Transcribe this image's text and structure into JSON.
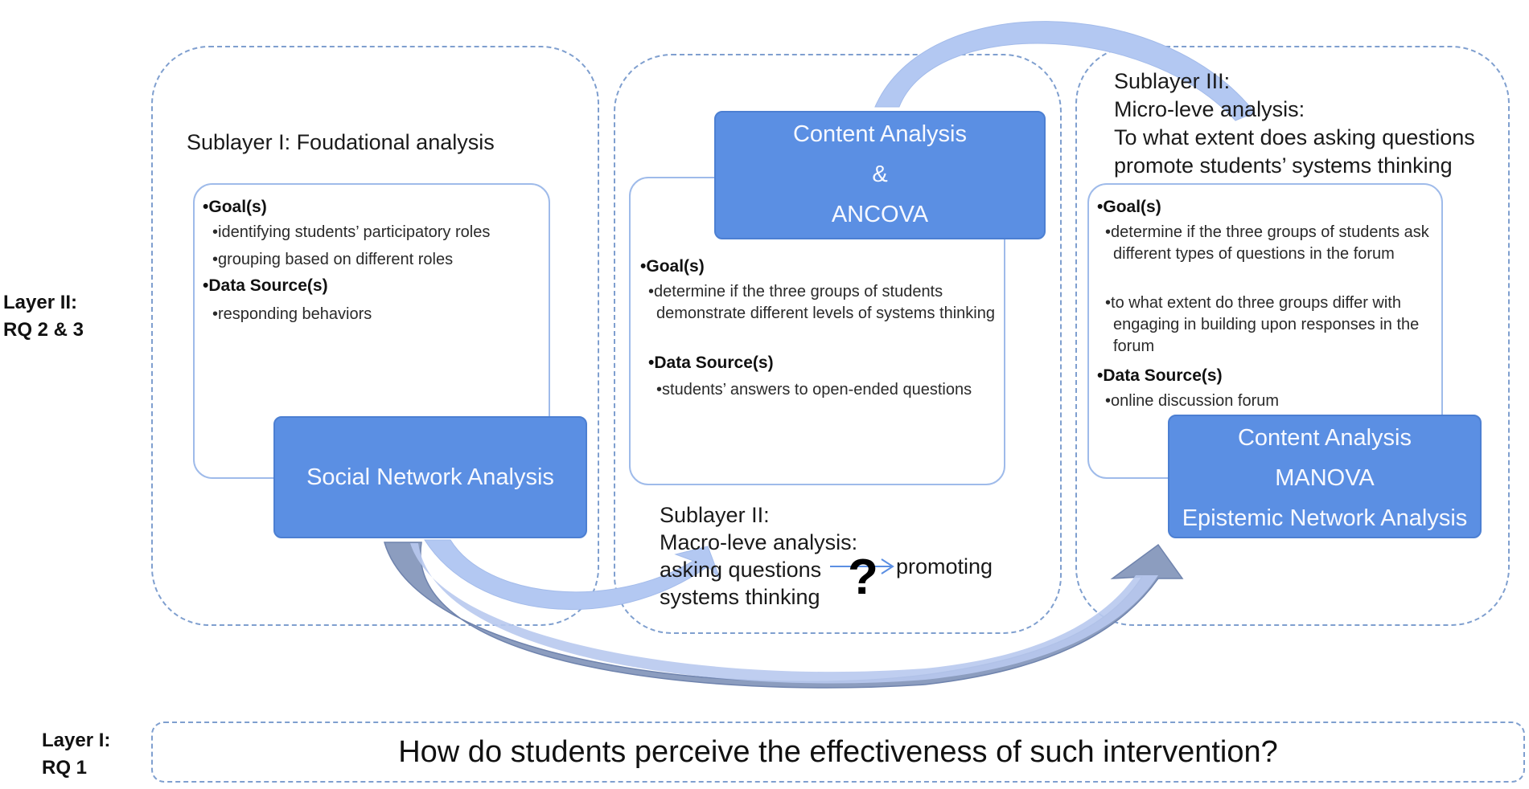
{
  "layers": {
    "layer2": {
      "label_line1": "Layer II:",
      "label_line2": "RQ 2 & 3"
    },
    "layer1": {
      "label_line1": "Layer I:",
      "label_line2": "RQ 1",
      "question": "How do students perceive the effectiveness of such intervention?"
    }
  },
  "sublayer1": {
    "title": "Sublayer I: Foudational analysis",
    "goal_head": "Goal(s)",
    "goals": [
      "identifying students’ participatory roles",
      "grouping based on different roles"
    ],
    "source_head": "Data Source(s)",
    "sources": [
      "responding behaviors"
    ],
    "method": "Social Network Analysis"
  },
  "sublayer2": {
    "method_line1": "Content Analysis",
    "method_line2": "&",
    "method_line3": "ANCOVA",
    "goal_head": "Goal(s)",
    "goals": [
      "determine if the three groups of students demonstrate different levels of systems thinking"
    ],
    "source_head": "Data Source(s)",
    "sources": [
      "students’ answers to open-ended questions"
    ],
    "title_line1": "Sublayer II:",
    "title_line2": "Macro-leve analysis:",
    "title_line3": "asking questions",
    "title_line4": "systems thinking",
    "promoting": "promoting",
    "question_mark": "?"
  },
  "sublayer3": {
    "title_line1": "Sublayer III:",
    "title_line2": "Micro-leve analysis:",
    "title_line3": "To what extent does asking questions",
    "title_line4": "promote students’ systems thinking",
    "goal_head": "Goal(s)",
    "goals": [
      "determine if the three groups of students ask different types of questions in the forum",
      "to what extent do three groups differ with engaging in building upon responses in the forum"
    ],
    "source_head": "Data Source(s)",
    "sources": [
      "online discussion forum"
    ],
    "method_line1": "Content Analysis",
    "method_line2": "MANOVA",
    "method_line3": "Epistemic Network Analysis"
  },
  "colors": {
    "panel_border": "#7f9fcf",
    "method_fill": "#5b8fe3",
    "arrow_light": "#b3c8f2",
    "arrow_dark": "#8c9dbf"
  }
}
